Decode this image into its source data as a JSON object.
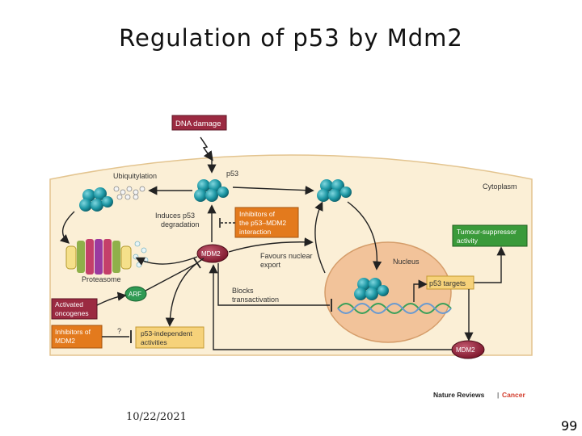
{
  "slide": {
    "title": "Regulation of p53 by Mdm2",
    "date": "10/22/2021",
    "page_number": "99"
  },
  "diagram": {
    "labels": {
      "dna_damage": "DNA damage",
      "p53_top": "p53",
      "ubiquitylation": "Ubiquitylation",
      "cytoplasm": "Cytoplasm",
      "induces_1": "Induces p53",
      "induces_2": "degradation",
      "inhib_inter_1": "Inhibitors of",
      "inhib_inter_2": "the p53–MDM2",
      "inhib_inter_3": "interaction",
      "tumour_1": "Tumour-suppressor",
      "tumour_2": "activity",
      "mdm2": "MDM2",
      "favours_1": "Favours nuclear",
      "favours_2": "export",
      "nucleus": "Nucleus",
      "proteasome": "Proteasome",
      "arf": "ARF",
      "activated_1": "Activated",
      "activated_2": "oncogenes",
      "blocks_1": "Blocks",
      "blocks_2": "transactivation",
      "p53_targets": "p53 targets",
      "inhib_mdm2_1": "Inhibitors of",
      "inhib_mdm2_2": "MDM2",
      "question": "?",
      "p53_indep_1": "p53-independent",
      "p53_indep_2": "activities",
      "mdm2_bottom": "MDM2",
      "credit_journal": "Nature Reviews",
      "credit_sep": "|",
      "credit_subject": "Cancer"
    },
    "colors": {
      "cytoplasm": "#fbefd6",
      "nucleus": "#f2c39a",
      "p53_protein": "#1d97a4",
      "mdm2": "#8b1a33",
      "dna_damage_box": "#9b2a41",
      "inhibitor_box": "#e37a1d",
      "tumour_box": "#3a9a3a",
      "arf": "#2f9a53",
      "dna": "#3aa05a"
    }
  }
}
